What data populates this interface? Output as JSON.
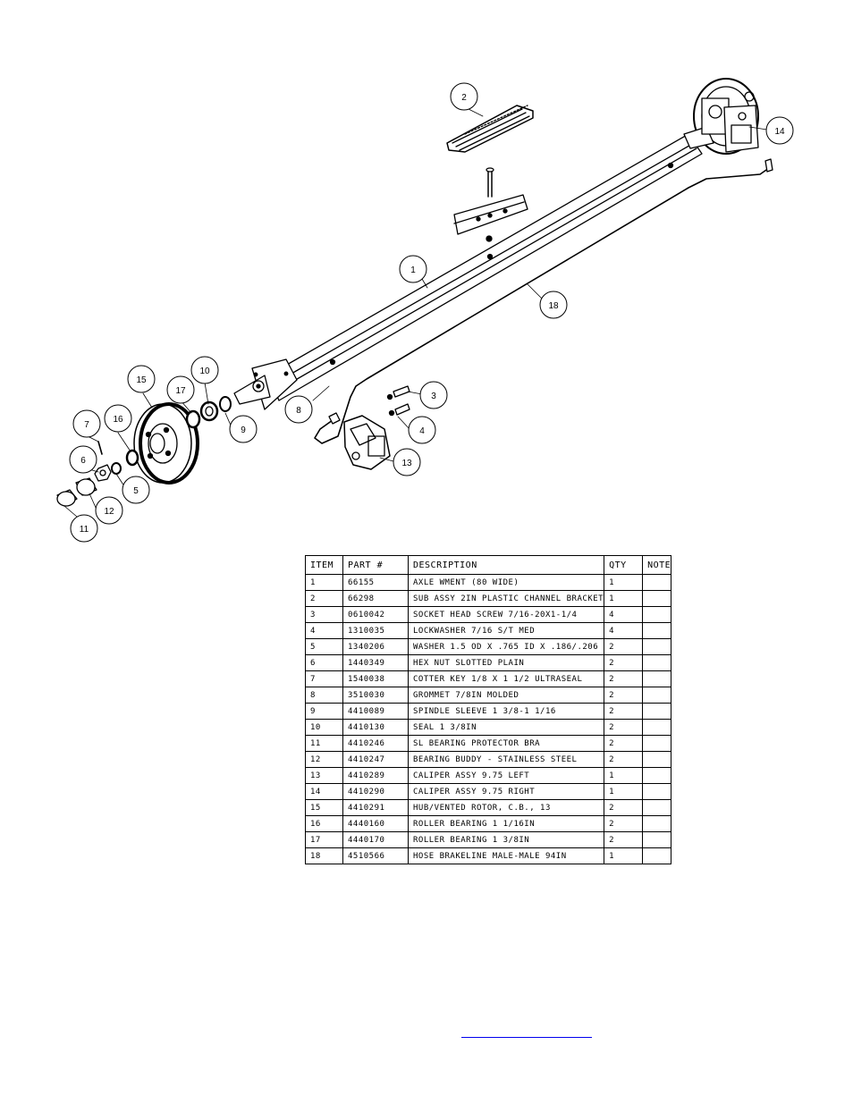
{
  "callouts": [
    "1",
    "2",
    "3",
    "4",
    "5",
    "6",
    "7",
    "8",
    "9",
    "10",
    "11",
    "12",
    "13",
    "14",
    "15",
    "16",
    "17",
    "18"
  ],
  "bom": {
    "headers": {
      "item": "ITEM",
      "part": "PART #",
      "description": "DESCRIPTION",
      "qty": "QTY",
      "note": "NOTE"
    },
    "rows": [
      {
        "item": "1",
        "part": "66155",
        "description": "AXLE WMENT (80 WIDE)",
        "qty": "1"
      },
      {
        "item": "2",
        "part": "66298",
        "description": "SUB ASSY 2IN PLASTIC CHANNEL BRACKET",
        "qty": "1"
      },
      {
        "item": "3",
        "part": "0610042",
        "description": "SOCKET HEAD SCREW 7/16-20X1-1/4",
        "qty": "4"
      },
      {
        "item": "4",
        "part": "1310035",
        "description": "LOCKWASHER 7/16 S/T MED",
        "qty": "4"
      },
      {
        "item": "5",
        "part": "1340206",
        "description": "WASHER 1.5 OD X .765 ID X .186/.206",
        "qty": "2"
      },
      {
        "item": "6",
        "part": "1440349",
        "description": "HEX NUT SLOTTED PLAIN",
        "qty": "2"
      },
      {
        "item": "7",
        "part": "1540038",
        "description": "COTTER KEY 1/8 X 1 1/2 ULTRASEAL",
        "qty": "2"
      },
      {
        "item": "8",
        "part": "3510030",
        "description": "GROMMET  7/8IN MOLDED",
        "qty": "2"
      },
      {
        "item": "9",
        "part": "4410089",
        "description": "SPINDLE SLEEVE  1 3/8-1 1/16",
        "qty": "2"
      },
      {
        "item": "10",
        "part": "4410130",
        "description": "SEAL  1 3/8IN",
        "qty": "2"
      },
      {
        "item": "11",
        "part": "4410246",
        "description": "SL BEARING PROTECTOR BRA",
        "qty": "2"
      },
      {
        "item": "12",
        "part": "4410247",
        "description": "BEARING BUDDY - STAINLESS STEEL",
        "qty": "2"
      },
      {
        "item": "13",
        "part": "4410289",
        "description": "CALIPER ASSY 9.75 LEFT",
        "qty": "1"
      },
      {
        "item": "14",
        "part": "4410290",
        "description": "CALIPER ASSY 9.75 RIGHT",
        "qty": "1"
      },
      {
        "item": "15",
        "part": "4410291",
        "description": "HUB/VENTED ROTOR, C.B.,  13",
        "qty": "2"
      },
      {
        "item": "16",
        "part": "4440160",
        "description": "ROLLER BEARING   1 1/16IN",
        "qty": "2"
      },
      {
        "item": "17",
        "part": "4440170",
        "description": "ROLLER BEARING   1 3/8IN",
        "qty": "2"
      },
      {
        "item": "18",
        "part": "4510566",
        "description": "HOSE BRAKELINE MALE-MALE 94IN",
        "qty": "1"
      }
    ]
  },
  "colors": {
    "ink": "#000000",
    "link": "#0000ee"
  }
}
